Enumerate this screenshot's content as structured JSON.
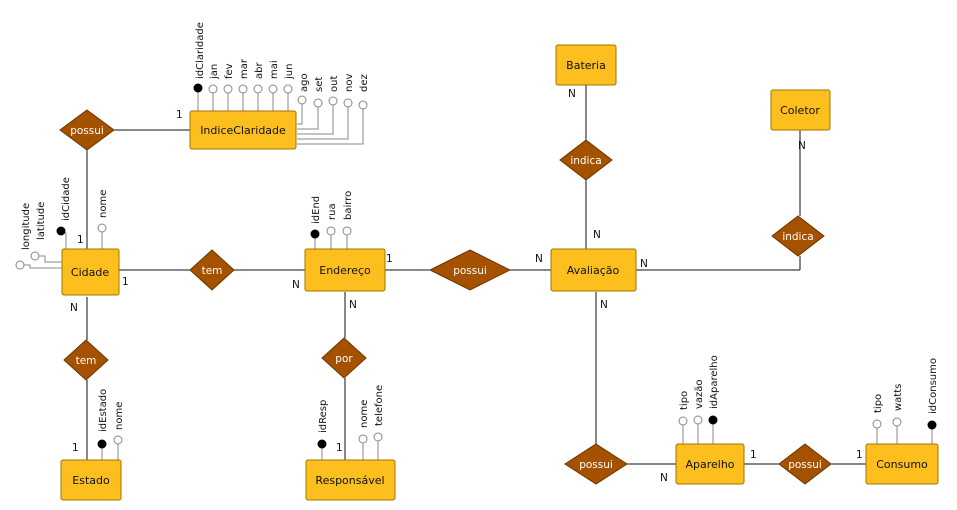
{
  "entities": {
    "cidade": "Cidade",
    "endereco": "Endereço",
    "avaliacao": "Avaliação",
    "bateria": "Bateria",
    "coletor": "Coletor",
    "indice_claridade": "IndiceClaridade",
    "estado": "Estado",
    "responsavel": "Responsável",
    "aparelho": "Aparelho",
    "consumo": "Consumo"
  },
  "relationships": {
    "possui_indice": "possui",
    "tem_cidade_endereco": "tem",
    "possui_endereco_avaliacao": "possui",
    "indica_bateria": "indica",
    "indica_coletor": "indica",
    "tem_estado": "tem",
    "por_responsavel": "por",
    "possui_aparelho": "possui",
    "possui_consumo": "possui"
  },
  "cardinalities": {
    "indice_claridade_possui": "1",
    "cidade_possui": "1",
    "cidade_tem": "1",
    "endereco_tem": "N",
    "endereco_possui": "1",
    "avaliacao_possui": "N",
    "bateria_indica": "N",
    "avaliacao_indica_bateria": "N",
    "coletor_indica": "N",
    "avaliacao_indica_coletor": "N",
    "cidade_tem_estado": "N",
    "estado_tem": "1",
    "endereco_por": "N",
    "responsavel_por": "1",
    "avaliacao_possui_aparelho": "N",
    "aparelho_possui": "N",
    "aparelho_possui_consumo": "1",
    "consumo_possui": "1"
  },
  "attributes": {
    "indice_claridade": [
      "idClaridade",
      "jan",
      "fev",
      "mar",
      "abr",
      "mai",
      "jun",
      "ago",
      "set",
      "out",
      "nov",
      "dez"
    ],
    "cidade": [
      "longitude",
      "latitude",
      "idCidade",
      "nome"
    ],
    "endereco": [
      "idEnd",
      "rua",
      "bairro"
    ],
    "estado": [
      "idEstado",
      "nome"
    ],
    "responsavel": [
      "idResp",
      "nome",
      "telefone"
    ],
    "aparelho": [
      "tipo",
      "vazão",
      "idAparelho"
    ],
    "consumo": [
      "tipo",
      "watts",
      "idConsumo"
    ]
  },
  "colors": {
    "entity_fill": "#fdbf1d",
    "relationship_fill": "#a45100",
    "key_attribute": "#000000",
    "plain_attribute": "#ffffff"
  }
}
